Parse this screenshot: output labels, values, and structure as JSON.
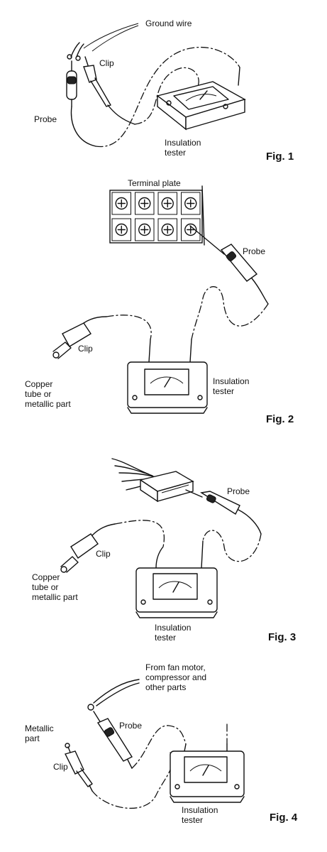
{
  "figures": {
    "fig1": {
      "caption": "Fig. 1",
      "labels": {
        "ground_wire": "Ground wire",
        "clip": "Clip",
        "probe": "Probe",
        "tester_line1": "Insulation",
        "tester_line2": "tester"
      }
    },
    "fig2": {
      "caption": "Fig. 2",
      "labels": {
        "terminal_plate": "Terminal plate",
        "probe": "Probe",
        "clip": "Clip",
        "copper_line1": "Copper",
        "copper_line2": "tube or",
        "copper_line3": "metallic part",
        "tester_line1": "Insulation",
        "tester_line2": "tester"
      }
    },
    "fig3": {
      "caption": "Fig. 3",
      "labels": {
        "probe": "Probe",
        "clip": "Clip",
        "copper_line1": "Copper",
        "copper_line2": "tube or",
        "copper_line3": "metallic part",
        "tester_line1": "Insulation",
        "tester_line2": "tester"
      }
    },
    "fig4": {
      "caption": "Fig. 4",
      "labels": {
        "fan_line1": "From fan motor,",
        "fan_line2": "compressor and",
        "fan_line3": "other parts",
        "probe": "Probe",
        "metallic_line1": "Metallic",
        "metallic_line2": "part",
        "clip": "Clip",
        "tester_line1": "Insulation",
        "tester_line2": "tester"
      }
    }
  }
}
